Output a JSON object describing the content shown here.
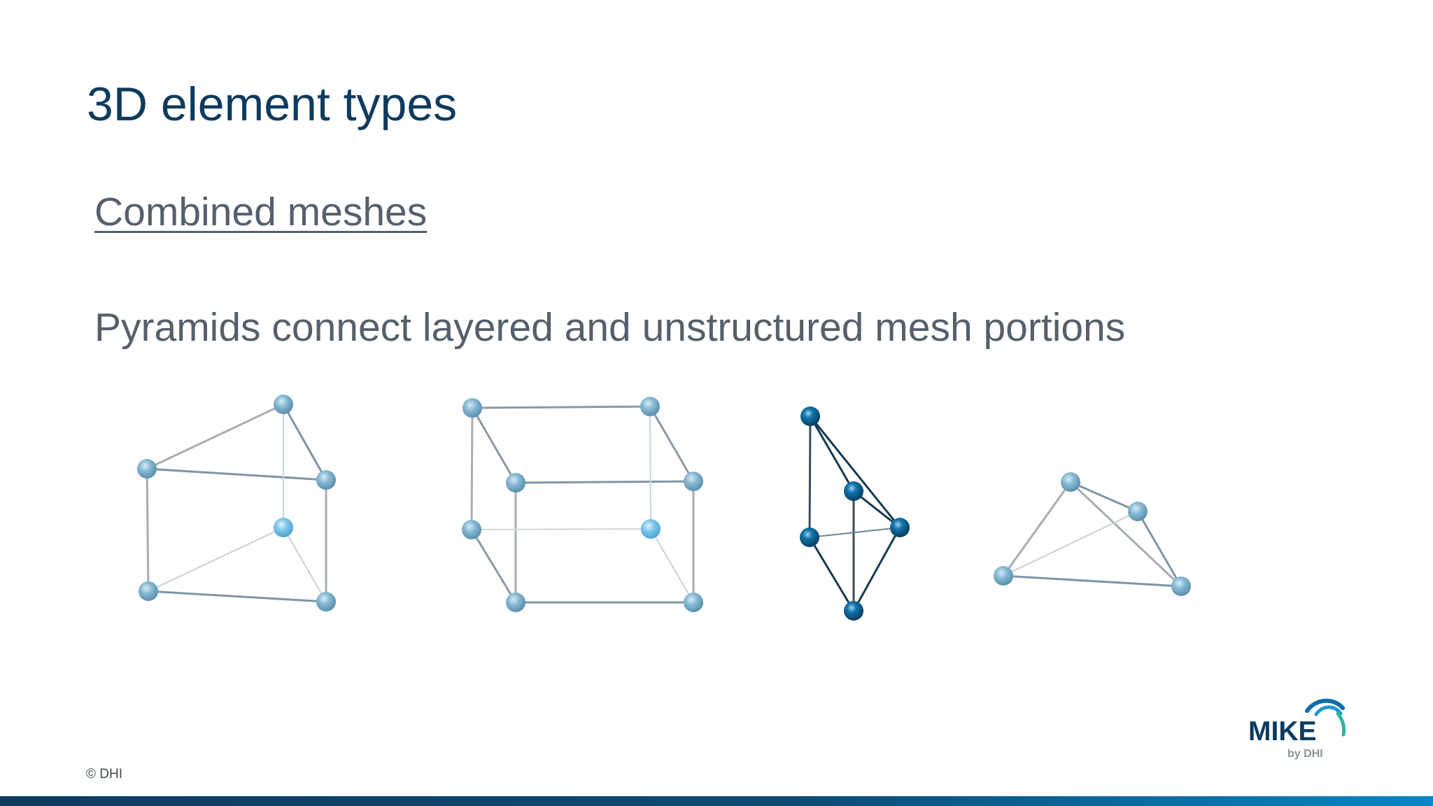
{
  "slide": {
    "title": "3D element types",
    "subtitle": "Combined meshes",
    "body": "Pyramids connect layered and unstructured mesh portions",
    "copyright": "© DHI"
  },
  "logo": {
    "brand": "MIKE",
    "byline": "by DHI",
    "icon": "dhi-wave-logo-icon"
  },
  "diagrams": [
    {
      "name": "triangular-prism-element",
      "icon": "prism-wireframe-icon"
    },
    {
      "name": "hexahedron-element",
      "icon": "hexahedron-wireframe-icon"
    },
    {
      "name": "pyramid-element",
      "icon": "pyramid-wireframe-icon"
    },
    {
      "name": "tetrahedron-element",
      "icon": "tetrahedron-wireframe-icon"
    }
  ],
  "colors": {
    "title": "#0d3b5e",
    "text": "#55606b",
    "node_light": "#7fb2cc",
    "node_dark": "#0d5f8d",
    "edge": "#8a9aa6",
    "accent_bar": "#0d3b5e"
  }
}
